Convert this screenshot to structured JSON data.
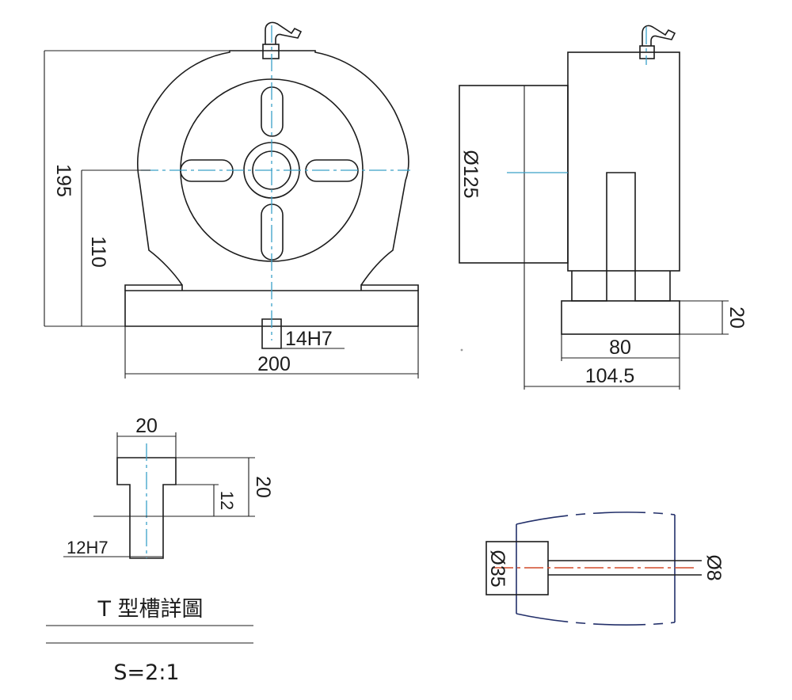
{
  "dimensions": {
    "height_total": "195",
    "center_height": "110",
    "base_width": "200",
    "key_slot": "14H7",
    "body_diameter": "Ø125",
    "base_thickness": "20",
    "base_depth": "80",
    "overall_depth": "104.5"
  },
  "t_slot_detail": {
    "top_width": "20",
    "depth_total": "20",
    "neck_depth": "12",
    "neck_width": "12H7",
    "title": "T 型槽詳圖",
    "scale": "S=2:1"
  },
  "spindle_detail": {
    "outer_diameter": "Ø35",
    "bore_diameter": "Ø8"
  },
  "colors": {
    "outline": "#1c1c1c",
    "center_line": "#3aa0c8",
    "bore_axis": "#d04a2a",
    "break_line": "#23306a"
  }
}
